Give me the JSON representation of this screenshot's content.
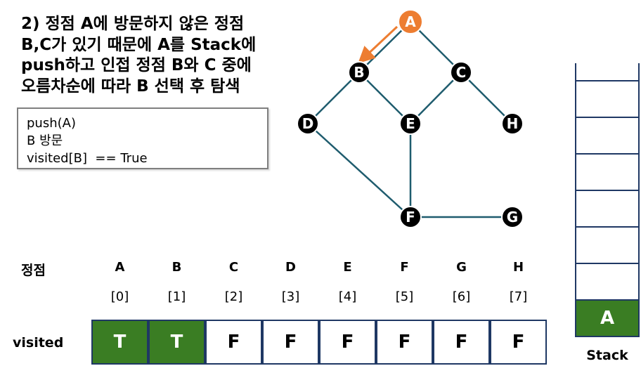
{
  "title": "2) 정점 A에 방문하지 않은 정점\nB,C가 있기 때문에 A를 Stack에\npush하고 인접 정점 B와 C 중에\n오름차순에 따라 B 선택 후 탐색",
  "code_lines": [
    "push(A)",
    "B 방문",
    "visited[B]  == True"
  ],
  "graph": {
    "nodes": [
      {
        "id": "A",
        "highlight": true
      },
      {
        "id": "B"
      },
      {
        "id": "C"
      },
      {
        "id": "D"
      },
      {
        "id": "E"
      },
      {
        "id": "F"
      },
      {
        "id": "G"
      },
      {
        "id": "H"
      }
    ],
    "edges": [
      [
        "A",
        "B"
      ],
      [
        "A",
        "C"
      ],
      [
        "B",
        "D"
      ],
      [
        "B",
        "E"
      ],
      [
        "C",
        "E"
      ],
      [
        "C",
        "H"
      ],
      [
        "D",
        "F"
      ],
      [
        "E",
        "F"
      ],
      [
        "F",
        "G"
      ]
    ],
    "traversal_arrow": {
      "from": "A",
      "to": "B"
    }
  },
  "table": {
    "vertex_header": "정점",
    "visited_header": "visited",
    "vertices": [
      "A",
      "B",
      "C",
      "D",
      "E",
      "F",
      "G",
      "H"
    ],
    "indices": [
      "[0]",
      "[1]",
      "[2]",
      "[3]",
      "[4]",
      "[5]",
      "[6]",
      "[7]"
    ],
    "visited": [
      "T",
      "T",
      "F",
      "F",
      "F",
      "F",
      "F",
      "F"
    ]
  },
  "stack": {
    "label": "Stack",
    "items": [
      "A"
    ]
  },
  "colors": {
    "node_fill": "#000000",
    "highlight_node": "#ed7d31",
    "edge": "#1f5c6e",
    "arrow": "#ed7d31",
    "visited_true_fill": "#3a7d23",
    "stack_item_fill": "#3a7d23",
    "border": "#1f3864"
  }
}
